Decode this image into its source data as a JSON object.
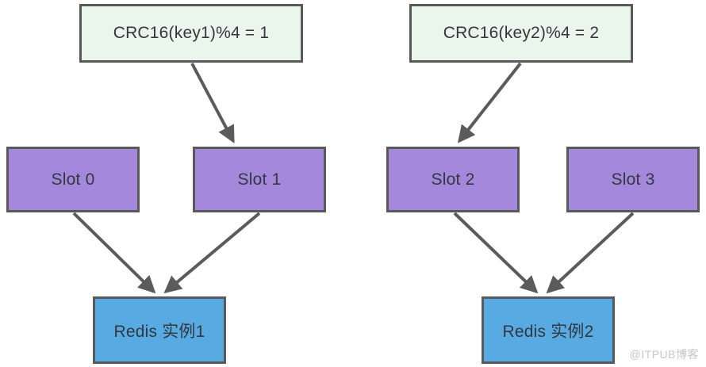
{
  "diagram": {
    "hash_nodes": [
      {
        "id": "crc-key1",
        "label": "CRC16(key1)%4 = 1"
      },
      {
        "id": "crc-key2",
        "label": "CRC16(key2)%4 = 2"
      }
    ],
    "slot_nodes": [
      {
        "id": "slot-0",
        "label": "Slot 0"
      },
      {
        "id": "slot-1",
        "label": "Slot 1"
      },
      {
        "id": "slot-2",
        "label": "Slot 2"
      },
      {
        "id": "slot-3",
        "label": "Slot 3"
      }
    ],
    "instance_nodes": [
      {
        "id": "redis-instance-1",
        "label": "Redis 实例1"
      },
      {
        "id": "redis-instance-2",
        "label": "Redis 实例2"
      }
    ],
    "edges": [
      {
        "from": "crc-key1",
        "to": "slot-1"
      },
      {
        "from": "crc-key2",
        "to": "slot-2"
      },
      {
        "from": "slot-0",
        "to": "redis-instance-1"
      },
      {
        "from": "slot-1",
        "to": "redis-instance-1"
      },
      {
        "from": "slot-2",
        "to": "redis-instance-2"
      },
      {
        "from": "slot-3",
        "to": "redis-instance-2"
      }
    ],
    "colors": {
      "hash_node_fill": "#eaf6ec",
      "slot_node_fill": "#a388dc",
      "instance_node_fill": "#58abe2",
      "node_border": "#595959",
      "arrow": "#5b5b5b",
      "text": "#333740",
      "watermark_text": "#c9c5c5",
      "background": "#ffffff"
    },
    "watermark": "@ITPUB博客"
  }
}
